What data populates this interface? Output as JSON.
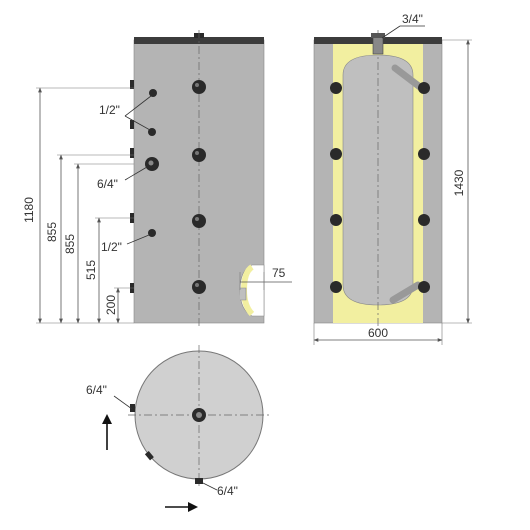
{
  "colors": {
    "tank_body": "#b4b4b4",
    "tank_top": "#3c3c3c",
    "insulation": "#f2efa0",
    "inner_vessel": "#bfbfbf",
    "fitting": "#2a2a2a",
    "dimension": "#555555"
  },
  "side_view": {
    "height_1180": "1180",
    "height_855_a": "855",
    "height_855_b": "855",
    "height_515": "515",
    "height_200": "200",
    "port_top_size": "1/2\"",
    "port_mid_size": "6/4\"",
    "port_low_size": "1/2\"",
    "flange_width": "75"
  },
  "section_view": {
    "top_port_size": "3/4\"",
    "total_height": "1430",
    "total_width": "600"
  },
  "plan_view": {
    "side_port_size": "6/4\"",
    "bottom_port_size": "6/4\""
  }
}
